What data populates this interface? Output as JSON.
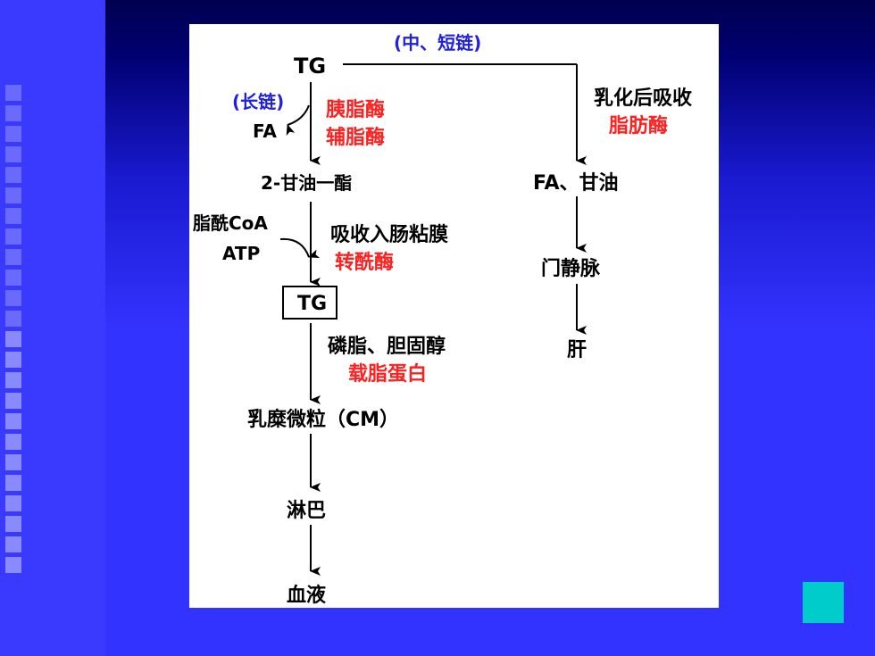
{
  "diagram": {
    "top_label": "(中、短链)",
    "tg_start": "TG",
    "long_chain": "(长链)",
    "fa_left": "FA",
    "enzyme_1": "胰脂酶",
    "enzyme_2": "辅脂酶",
    "monoglyceride": "2-甘油一酯",
    "acyl_coa": "脂酰CoA",
    "atp": "ATP",
    "absorb_mucosa": "吸收入肠粘膜",
    "transacylase": "转酰酶",
    "tg_box": "TG",
    "phospholipid_cholesterol": "磷脂、胆固醇",
    "apolipoprotein": "载脂蛋白",
    "chylomicron": "乳糜微粒（CM）",
    "lymph": "淋巴",
    "blood": "血液",
    "emulsify_absorb": "乳化后吸收",
    "lipase": "脂肪酶",
    "fa_glycerol": "FA、甘油",
    "portal_vein": "门静脉",
    "liver": "肝"
  },
  "colors": {
    "background": "#3333ff",
    "panel": "#ffffff",
    "red_text": "#ff2020",
    "blue_text": "#2020e0",
    "accent_square": "#00cccc"
  }
}
